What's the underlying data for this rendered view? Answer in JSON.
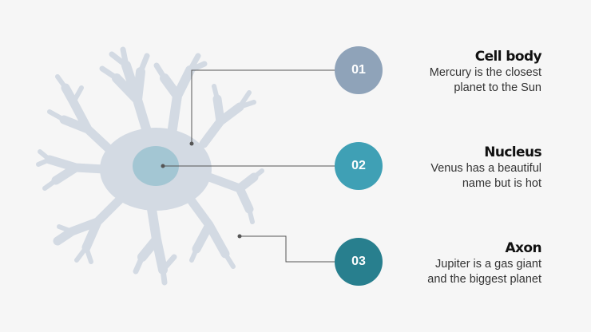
{
  "colors": {
    "background": "#f6f6f6",
    "neuron": "#d3dae3",
    "nucleus": "#a3c6d3",
    "connector": "#555555",
    "item1": "#8fa3b9",
    "item2": "#3fa0b5",
    "item3": "#287f8e"
  },
  "items": [
    {
      "number": "01",
      "title": "Cell body",
      "description": [
        "Mercury is the closest",
        "planet to the Sun"
      ]
    },
    {
      "number": "02",
      "title": "Nucleus",
      "description": [
        "Venus has a beautiful",
        "name but is hot"
      ]
    },
    {
      "number": "03",
      "title": "Axon",
      "description": [
        "Jupiter is a gas giant",
        "and the biggest planet"
      ]
    }
  ]
}
